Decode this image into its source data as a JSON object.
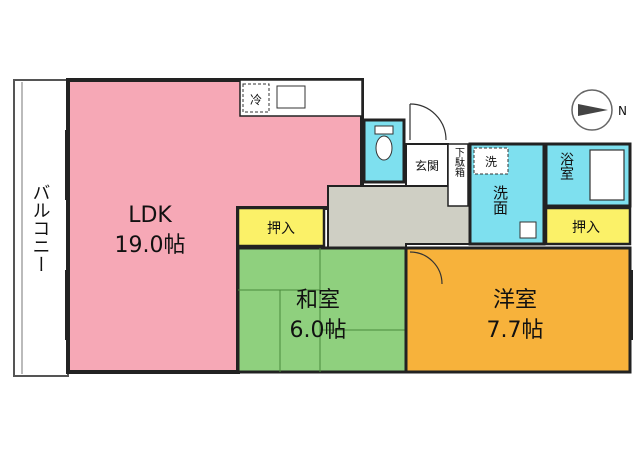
{
  "rooms": {
    "ldk": {
      "name": "LDK",
      "size": "19.0帖",
      "color": "#f6a8b6"
    },
    "washitsu": {
      "name": "和室",
      "size": "6.0帖",
      "color": "#8fd07e"
    },
    "youshitsu": {
      "name": "洋室",
      "size": "7.7帖",
      "color": "#f7b23b"
    }
  },
  "labels": {
    "balcony": "バルコニー",
    "fridge": "冷",
    "genkan": "玄関",
    "shoe_box": "下駄箱",
    "laundry": "洗",
    "washroom": "洗面",
    "bath": "浴室",
    "closet_left": "押入",
    "closet_right": "押入"
  },
  "compass": {
    "label": "N"
  },
  "colors": {
    "wall": "#222222",
    "hall": "#cfcfc4",
    "closet": "#fbf168",
    "wet": "#7ee0ef",
    "balcony": "#ffffff"
  }
}
